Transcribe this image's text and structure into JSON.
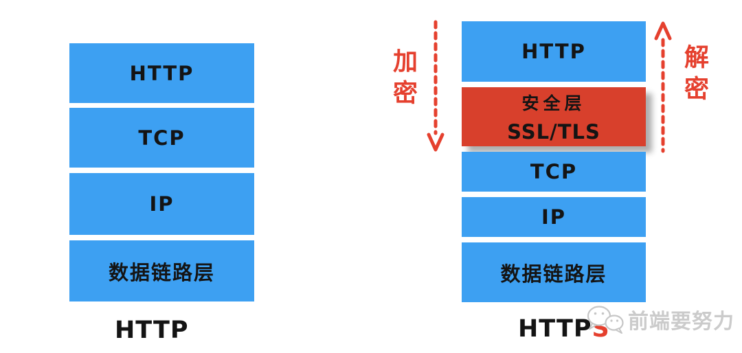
{
  "left_stack": {
    "caption": "HTTP",
    "layers": [
      {
        "label": "HTTP"
      },
      {
        "label": "TCP"
      },
      {
        "label": "IP"
      },
      {
        "label": "数据链路层"
      }
    ]
  },
  "right_stack": {
    "caption_prefix": "HTTP",
    "caption_suffix": "S",
    "layers": [
      {
        "label": "HTTP"
      },
      {
        "label_line1": "安全层",
        "label_line2": "SSL/TLS"
      },
      {
        "label": "TCP"
      },
      {
        "label": "IP"
      },
      {
        "label": "数据链路层"
      }
    ]
  },
  "annotations": {
    "encrypt": "加密",
    "decrypt": "解密",
    "encrypt_arrow_direction": "down",
    "decrypt_arrow_direction": "up"
  },
  "watermark": {
    "icon": "wechat-icon",
    "text": "前端要努力"
  },
  "colors": {
    "layer_blue": "#3DA0F2",
    "security_red": "#D8402C",
    "accent_red": "#E5402E",
    "label_black": "#141414",
    "watermark_gray": "#CBCBCB"
  }
}
